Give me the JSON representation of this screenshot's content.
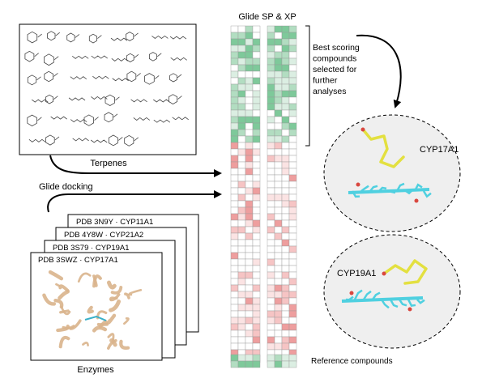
{
  "heatmap": {
    "title": "Glide SP & XP",
    "annotation": "Best scoring compounds selected for further analyses",
    "annotation_lines": [
      "Best scoring",
      "compounds",
      "selected for",
      "further",
      "analyses"
    ],
    "reference_label": "Reference compounds",
    "colors": {
      "green_strong": "#7ec99a",
      "green_mid": "#b2ddc1",
      "green_light": "#dbeee2",
      "red_strong": "#ee9e9e",
      "red_mid": "#f6c4c4",
      "red_light": "#fbe3e3",
      "white": "#ffffff",
      "grid": "#9a9a9a"
    }
  },
  "terpenes": {
    "label": "Terpenes"
  },
  "docking": {
    "label": "Glide docking"
  },
  "enzymes": {
    "label": "Enzymes",
    "cards": [
      {
        "pdb": "PDB 3N9Y",
        "name": "CYP11A1"
      },
      {
        "pdb": "PDB 4Y8W",
        "name": "CYP21A2"
      },
      {
        "pdb": "PDB 3S79",
        "name": "CYP19A1"
      },
      {
        "pdb": "PDB 3SWZ",
        "name": "CYP17A1"
      }
    ],
    "colors": {
      "protein": "#d9b48c",
      "ligand": "#3ab0c8"
    }
  },
  "results": [
    {
      "label": "CYP17A1"
    },
    {
      "label": "CYP19A1"
    }
  ],
  "colors": {
    "ligand_yellow": "#e3e040",
    "heme_cyan": "#4fd0e0",
    "oxygen_red": "#d9473f",
    "ellipse_fill": "#efefef"
  }
}
